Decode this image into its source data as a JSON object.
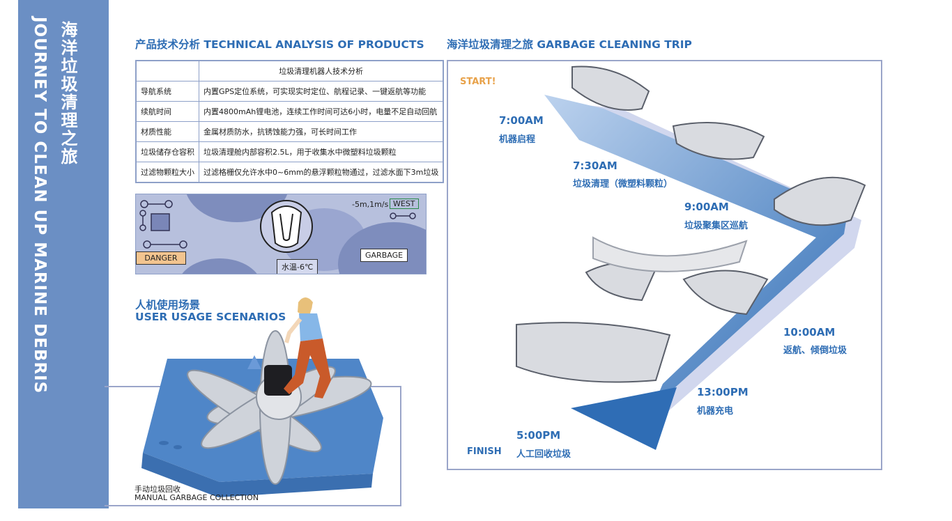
{
  "sidebar": {
    "title_cn": "海洋垃圾清理之旅",
    "title_en": "JOURNEY TO CLEAN UP MARINE DEBRIS"
  },
  "tech": {
    "heading": "产品技术分析  TECHNICAL ANALYSIS OF PRODUCTS",
    "table_title": "垃圾清理机器人技术分析",
    "rows": [
      {
        "key": "导航系统",
        "value": "内置GPS定位系统，可实现实时定位、航程记录、一键返航等功能"
      },
      {
        "key": "续航时间",
        "value": "内置4800mAh锂电池，连续工作时间可达6小时，电量不足自动回航"
      },
      {
        "key": "材质性能",
        "value": "金属材质防水，抗锈蚀能力强，可长时间工作"
      },
      {
        "key": "垃圾储存仓容积",
        "value": "垃圾清理舱内部容积2.5L，用于收集水中微塑料垃圾颗粒"
      },
      {
        "key": "过滤物颗粒大小",
        "value": "过滤格栅仅允许水中0~6mm的悬浮颗粒物通过，过滤水面下3m垃圾"
      }
    ]
  },
  "screen": {
    "danger": "DANGER",
    "depth_speed": "-5m,1m/s",
    "direction": "WEST",
    "water_temp": "水温-6℃",
    "garbage": "GARBAGE"
  },
  "usage": {
    "heading_cn": "人机使用场景",
    "heading_en": "USER USAGE SCENARIOS",
    "caption_cn": "手动垃圾回收",
    "caption_en": "MANUAL GARBAGE COLLECTION"
  },
  "trip": {
    "heading": "海洋垃圾清理之旅  GARBAGE CLEANING TRIP",
    "start": "START!",
    "finish": "FINISH",
    "steps": [
      {
        "time": "7:00AM",
        "action": "机器启程"
      },
      {
        "time": "7:30AM",
        "action": "垃圾清理（微塑料颗粒）"
      },
      {
        "time": "9:00AM",
        "action": "垃圾聚集区巡航"
      },
      {
        "time": "10:00AM",
        "action": "返航、倾倒垃圾"
      },
      {
        "time": "13:00PM",
        "action": "机器充电"
      },
      {
        "time": "5:00PM",
        "action": "人工回收垃圾"
      }
    ]
  },
  "colors": {
    "accent": "#2e6db4",
    "sidebar": "#6b8fc4",
    "arrow": "#2f6db5",
    "danger_bg": "#f2c48f"
  }
}
